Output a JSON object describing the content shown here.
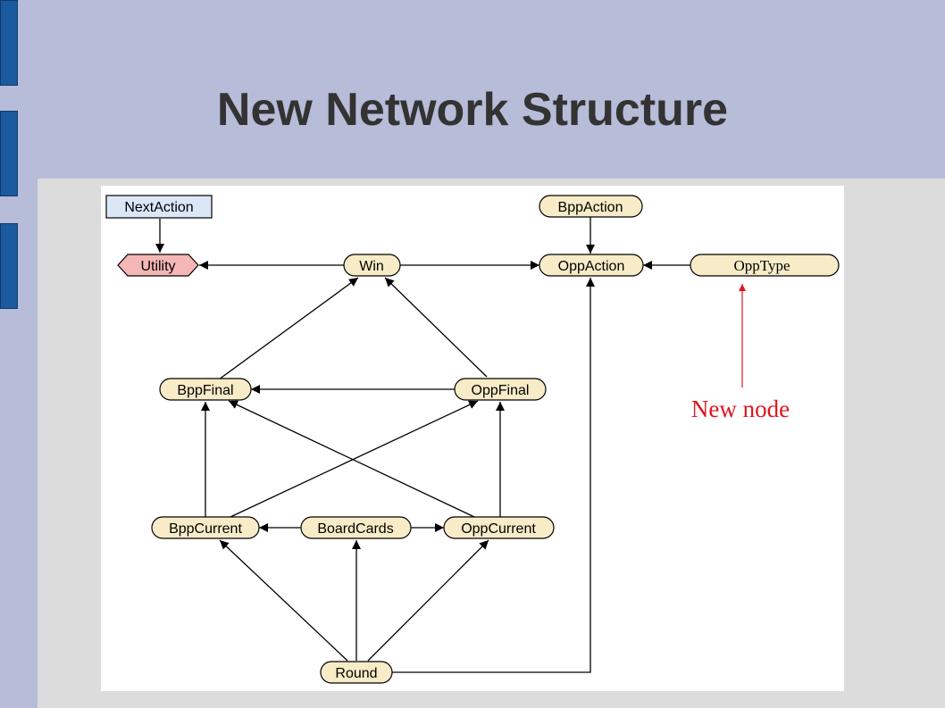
{
  "slide": {
    "title": "New Network Structure"
  },
  "diagram": {
    "nodes": {
      "next_action": "NextAction",
      "utility": "Utility",
      "win": "Win",
      "bpp_action": "BppAction",
      "opp_action": "OppAction",
      "opp_type": "OppType",
      "bpp_final": "BppFinal",
      "opp_final": "OppFinal",
      "bpp_current": "BppCurrent",
      "board_cards": "BoardCards",
      "opp_current": "OppCurrent",
      "round": "Round"
    },
    "annotation": "New node",
    "colors": {
      "chance_node_fill": "#f7ecc7",
      "decision_node_fill": "#dbe7f7",
      "utility_node_fill": "#f5b6b6",
      "annotation": "#e0141e"
    }
  }
}
